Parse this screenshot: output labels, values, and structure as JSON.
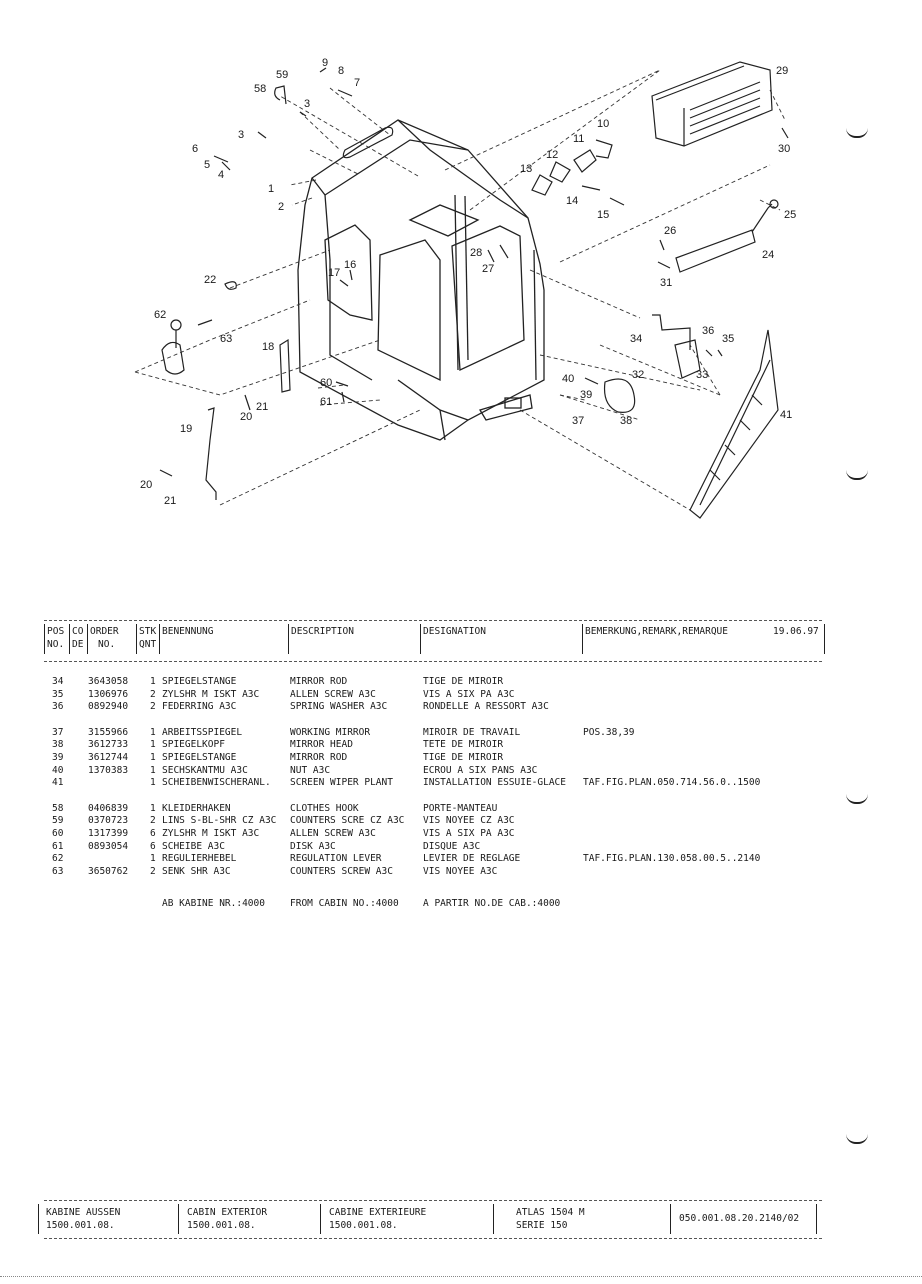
{
  "diagram": {
    "callouts": [
      "1",
      "2",
      "3",
      "3",
      "4",
      "5",
      "6",
      "7",
      "8",
      "9",
      "58",
      "59",
      "10",
      "11",
      "12",
      "13",
      "14",
      "15",
      "16",
      "17",
      "18",
      "19",
      "20",
      "21",
      "20",
      "21",
      "22",
      "24",
      "25",
      "26",
      "27",
      "28",
      "29",
      "30",
      "31",
      "32",
      "33",
      "34",
      "35",
      "36",
      "37",
      "38",
      "39",
      "40",
      "41",
      "60",
      "61",
      "62",
      "63"
    ]
  },
  "table_header": {
    "pos_no": [
      "POS",
      "NO."
    ],
    "co_de": [
      "CO",
      "DE"
    ],
    "order_no": [
      "ORDER",
      "NO."
    ],
    "stk_qnt": [
      "STK",
      "QNT"
    ],
    "benennung": "BENENNUNG",
    "description": "DESCRIPTION",
    "designation": "DESIGNATION",
    "remark": "BEMERKUNG,REMARK,REMARQUE",
    "date": "19.06.97"
  },
  "parts_groups": [
    [
      {
        "pos": "34",
        "order": "3643058",
        "qty": "1",
        "benennung": "SPIEGELSTANGE",
        "description": "MIRROR ROD",
        "designation": "TIGE DE MIROIR",
        "remark": ""
      },
      {
        "pos": "35",
        "order": "1306976",
        "qty": "2",
        "benennung": "ZYLSHR M ISKT A3C",
        "description": "ALLEN SCREW A3C",
        "designation": "VIS A SIX PA A3C",
        "remark": ""
      },
      {
        "pos": "36",
        "order": "0892940",
        "qty": "2",
        "benennung": "FEDERRING A3C",
        "description": "SPRING WASHER A3C",
        "designation": "RONDELLE A RESSORT A3C",
        "remark": ""
      }
    ],
    [
      {
        "pos": "37",
        "order": "3155966",
        "qty": "1",
        "benennung": "ARBEITSSPIEGEL",
        "description": "WORKING MIRROR",
        "designation": "MIROIR DE TRAVAIL",
        "remark": "POS.38,39"
      },
      {
        "pos": "38",
        "order": "3612733",
        "qty": "1",
        "benennung": "SPIEGELKOPF",
        "description": "MIRROR HEAD",
        "designation": "TETE DE MIROIR",
        "remark": ""
      },
      {
        "pos": "39",
        "order": "3612744",
        "qty": "1",
        "benennung": "SPIEGELSTANGE",
        "description": "MIRROR ROD",
        "designation": "TIGE DE MIROIR",
        "remark": ""
      },
      {
        "pos": "40",
        "order": "1370383",
        "qty": "1",
        "benennung": "SECHSKANTMU A3C",
        "description": "NUT A3C",
        "designation": "ECROU A SIX PANS A3C",
        "remark": ""
      },
      {
        "pos": "41",
        "order": "",
        "qty": "1",
        "benennung": "SCHEIBENWISCHERANL.",
        "description": "SCREEN WIPER PLANT",
        "designation": "INSTALLATION ESSUIE-GLACE",
        "remark": "TAF.FIG.PLAN.050.714.56.0..1500"
      }
    ],
    [
      {
        "pos": "58",
        "order": "0406839",
        "qty": "1",
        "benennung": "KLEIDERHAKEN",
        "description": "CLOTHES HOOK",
        "designation": "PORTE-MANTEAU",
        "remark": ""
      },
      {
        "pos": "59",
        "order": "0370723",
        "qty": "2",
        "benennung": "LINS S-BL-SHR CZ A3C",
        "description": "COUNTERS SCRE CZ A3C",
        "designation": "VIS NOYEE CZ A3C",
        "remark": ""
      },
      {
        "pos": "60",
        "order": "1317399",
        "qty": "6",
        "benennung": "ZYLSHR M ISKT A3C",
        "description": "ALLEN SCREW A3C",
        "designation": "VIS A SIX PA A3C",
        "remark": ""
      },
      {
        "pos": "61",
        "order": "0893054",
        "qty": "6",
        "benennung": "SCHEIBE A3C",
        "description": "DISK A3C",
        "designation": "DISQUE A3C",
        "remark": ""
      },
      {
        "pos": "62",
        "order": "",
        "qty": "1",
        "benennung": "REGULIERHEBEL",
        "description": "REGULATION LEVER",
        "designation": "LEVIER DE REGLAGE",
        "remark": "TAF.FIG.PLAN.130.058.00.5..2140"
      },
      {
        "pos": "63",
        "order": "3650762",
        "qty": "2",
        "benennung": "SENK SHR A3C",
        "description": "COUNTERS SCREW A3C",
        "designation": "VIS NOYEE A3C",
        "remark": ""
      }
    ]
  ],
  "cabin_note": {
    "benennung": "AB KABINE NR.:4000",
    "description": "FROM CABIN NO.:4000",
    "designation": "A PARTIR NO.DE CAB.:4000"
  },
  "footer": {
    "de_title": "KABINE AUSSEN",
    "de_code": "1500.001.08.",
    "en_title": "CABIN EXTERIOR",
    "en_code": "1500.001.08.",
    "fr_title": "CABINE EXTERIEURE",
    "fr_code": "1500.001.08.",
    "model": "ATLAS 1504 M",
    "series": "SERIE 150",
    "doc_number": "050.001.08.20.2140/02"
  }
}
